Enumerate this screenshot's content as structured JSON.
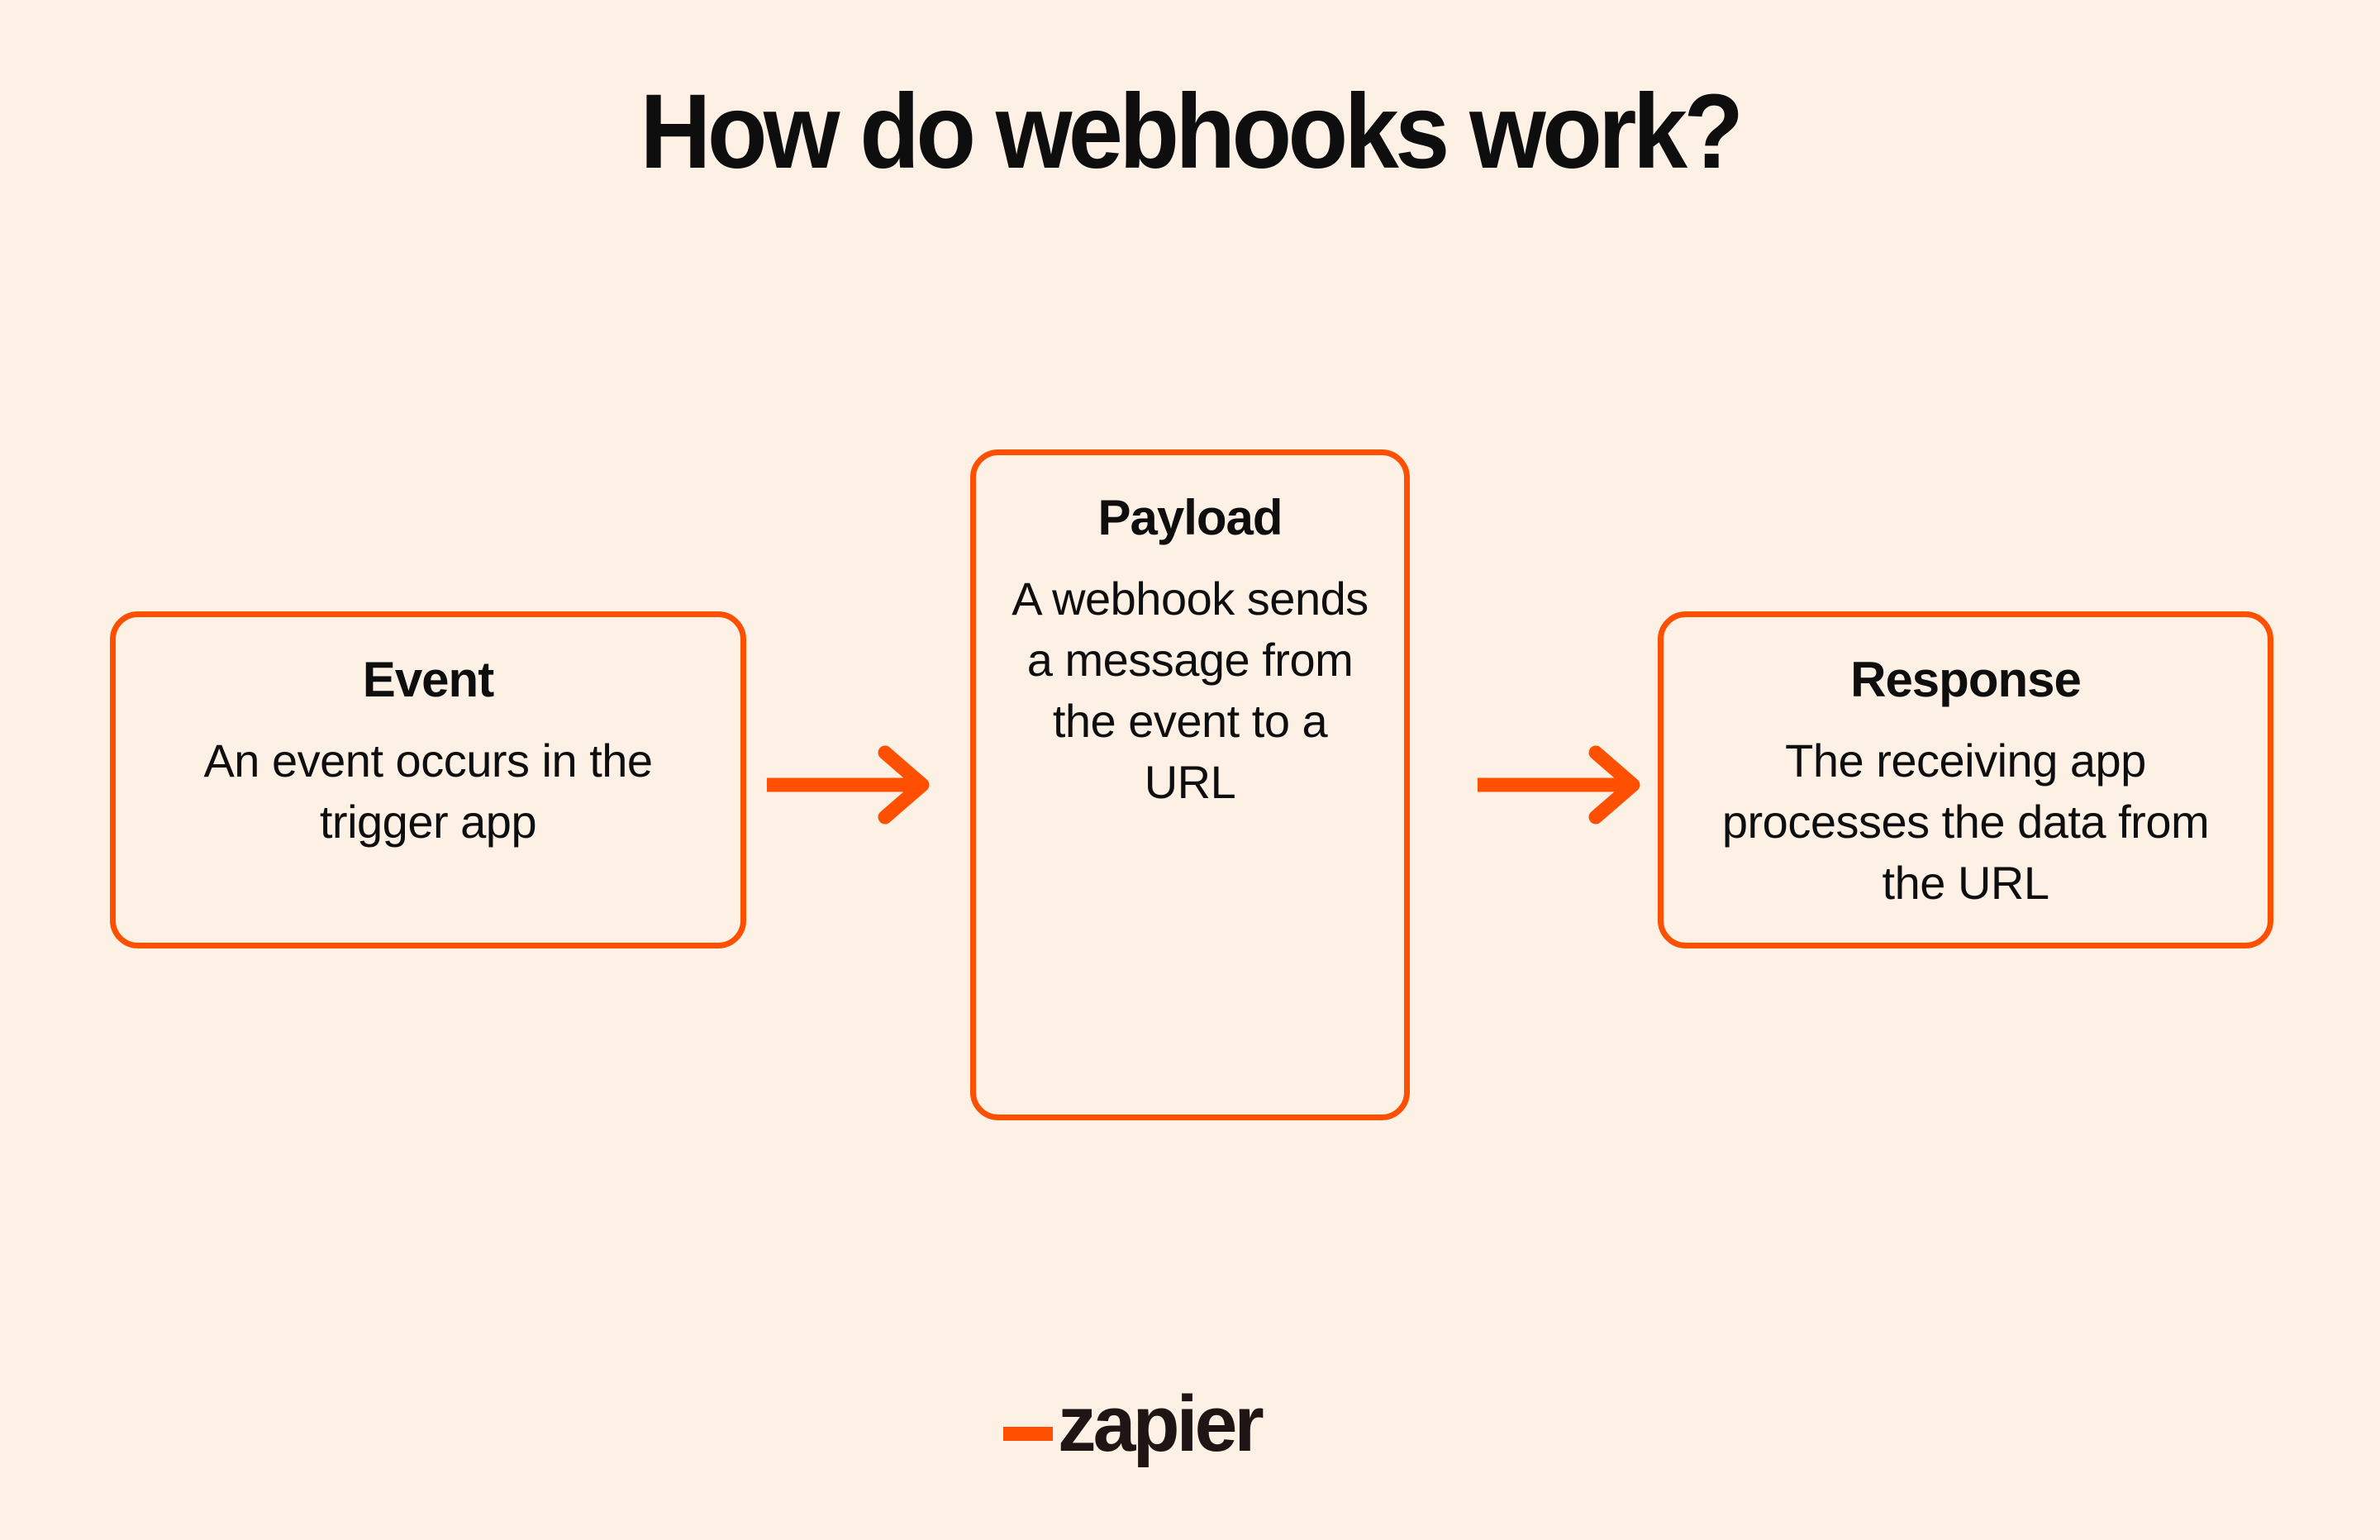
{
  "page": {
    "title": "How do webhooks work?",
    "background_color": "#FDF1E6",
    "accent_color": "#FF4F00",
    "text_color": "#0E0E0E"
  },
  "diagram": {
    "type": "flow",
    "direction": "left-to-right",
    "steps": [
      {
        "id": "event",
        "title": "Event",
        "body": "An event occurs in the trigger app"
      },
      {
        "id": "payload",
        "title": "Payload",
        "body": "A webhook sends a message from the event to a URL"
      },
      {
        "id": "response",
        "title": "Response",
        "body": "The receiving app processes the data from the URL"
      }
    ],
    "connectors": [
      {
        "id": "arrow-event-to-payload",
        "icon": "arrow-right-icon",
        "from": "event",
        "to": "payload"
      },
      {
        "id": "arrow-payload-to-response",
        "icon": "arrow-right-icon",
        "from": "payload",
        "to": "response"
      }
    ]
  },
  "footer": {
    "logo": {
      "name": "zapier-logo",
      "wordmark": "zapier",
      "dash_color": "#FF4F00",
      "wordmark_color": "#201515"
    }
  }
}
